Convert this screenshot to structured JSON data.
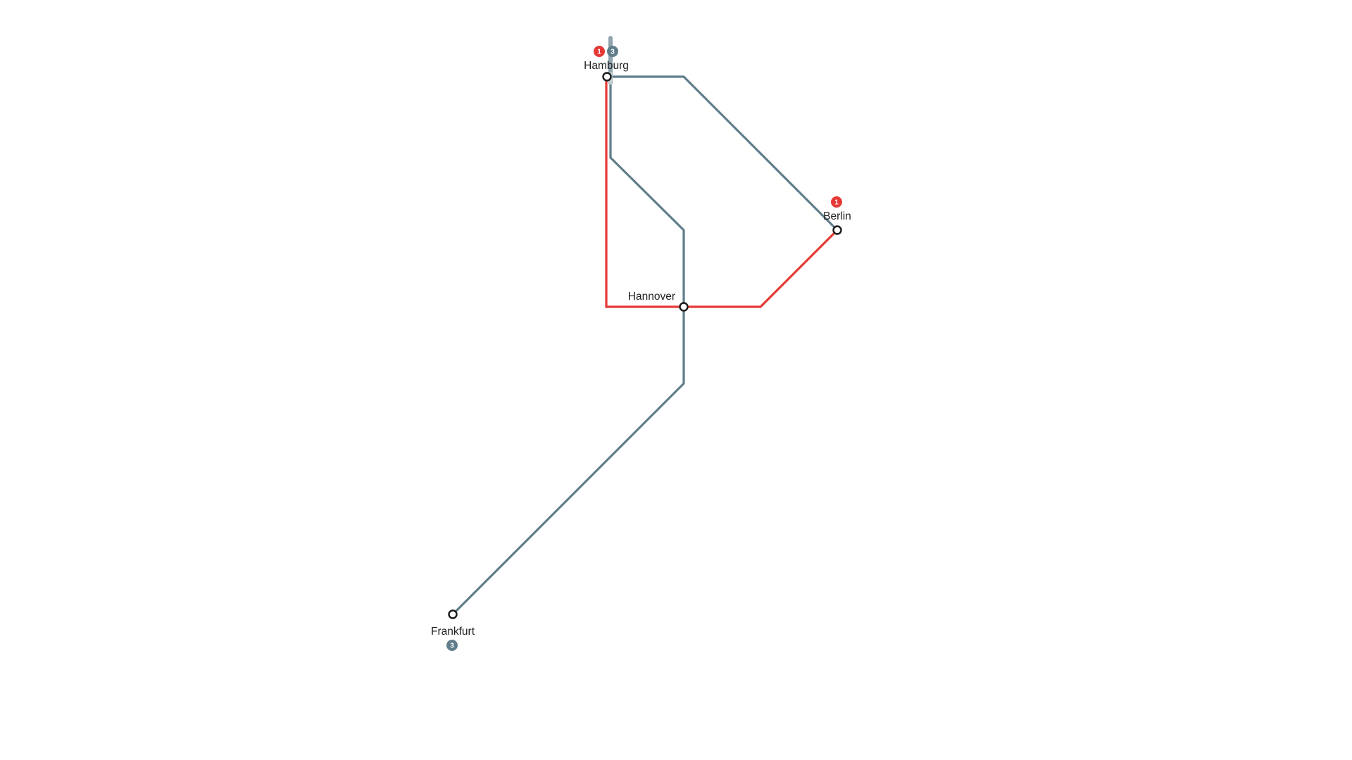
{
  "diagram": {
    "lines": [
      {
        "id": "1",
        "badge": "1",
        "color": "#e53935"
      },
      {
        "id": "3",
        "badge": "3",
        "color": "#607d8b"
      }
    ],
    "stations": {
      "hamburg": {
        "label": "Hamburg"
      },
      "berlin": {
        "label": "Berlin"
      },
      "hannover": {
        "label": "Hannover"
      },
      "frankfurt": {
        "label": "Frankfurt"
      }
    },
    "terminal_badges": {
      "hamburg": [
        "1",
        "3"
      ],
      "berlin": [
        "1"
      ],
      "frankfurt": [
        "3"
      ]
    }
  }
}
